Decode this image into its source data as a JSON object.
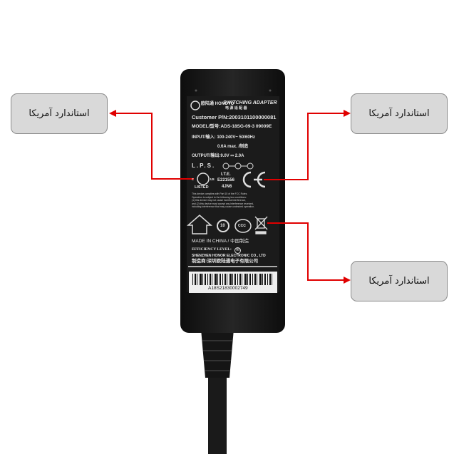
{
  "callouts": {
    "left": "استاندارد آمریکا",
    "right_top": "استاندارد آمریکا",
    "right_bottom": "استاندارد آمریکا"
  },
  "colors": {
    "arrow": "#e00000",
    "callout_bg": "#d9d9d9",
    "adapter_body": "#1a1a1a"
  },
  "label": {
    "brand": "欧陆通 HONOYO",
    "title": "SWITCHING ADAPTER",
    "title_cn": "电 源 适 配 器",
    "customer_pn": "Customer P/N:2003101100000081",
    "model": "MODEL/型号:ADS-18SG-09-3 09009E",
    "input": "INPUT/输入: 100-240V~ 50/60Hz",
    "input_current": "0.6A max. /制造",
    "output": "OUTPUT/输出:9.0V ⎓ 2.0A",
    "lps": "L.P.S.",
    "ul_listed": "LISTED",
    "ul_c": "c",
    "ul_us": "us",
    "ite": "I.T.E.",
    "ite_number": "E221556",
    "ite_code": "4JN6",
    "ce": "CE",
    "fcc_text": [
      "This device complies with Part 15 of the FCC Rules.",
      "Operation is subject to the following two conditions:",
      "(1) this device may not cause harmful interference,",
      "and (2) this device must accept any interference received,",
      "including interference that may cause undesired operation."
    ],
    "eco_years": "10",
    "ccc": "CCC",
    "made_in": "MADE IN CHINA / 中国制造",
    "efficiency": "EFFICIENCY LEVEL:",
    "efficiency_level": "VI",
    "manufacturer": "SHENZHEN HONOR ELECTRONIC CO., LTD",
    "manufacturer_cn": "制造商:深圳欧陆通电子有限公司",
    "serial": "A18S21830002749"
  }
}
